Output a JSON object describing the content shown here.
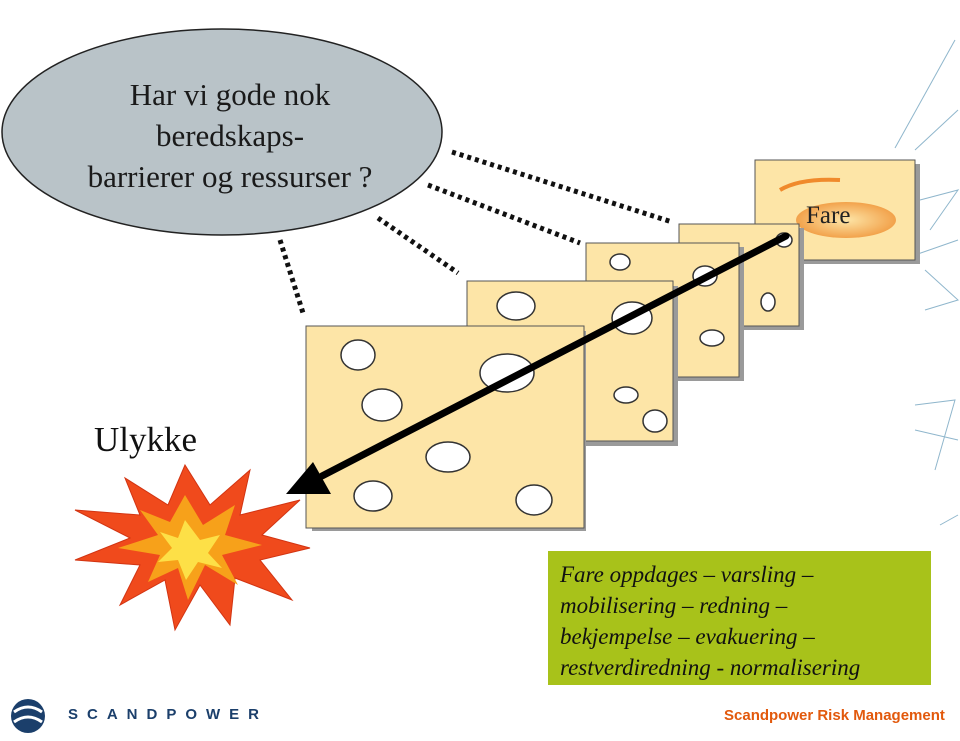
{
  "question_bubble": {
    "lines": [
      "Har vi gode nok",
      "beredskaps-",
      "barrierer og ressurser ?"
    ],
    "color": "#b9c3c8"
  },
  "accident_label": "Ulykke",
  "hazard_label": "Fare",
  "info_box": {
    "lines": [
      "Fare oppdages – varsling –",
      "mobilisering – redning –",
      "bekjempelse – evakuering –",
      "restverdiredning - normalisering"
    ],
    "color": "#a8c21a"
  },
  "slice_color": "#fde5a7",
  "brand": "SCANDPOWER",
  "footer": "Scandpower Risk Management",
  "icons": [
    "explosion-icon",
    "scandpower-logo-icon",
    "hazard-flame-icon"
  ]
}
